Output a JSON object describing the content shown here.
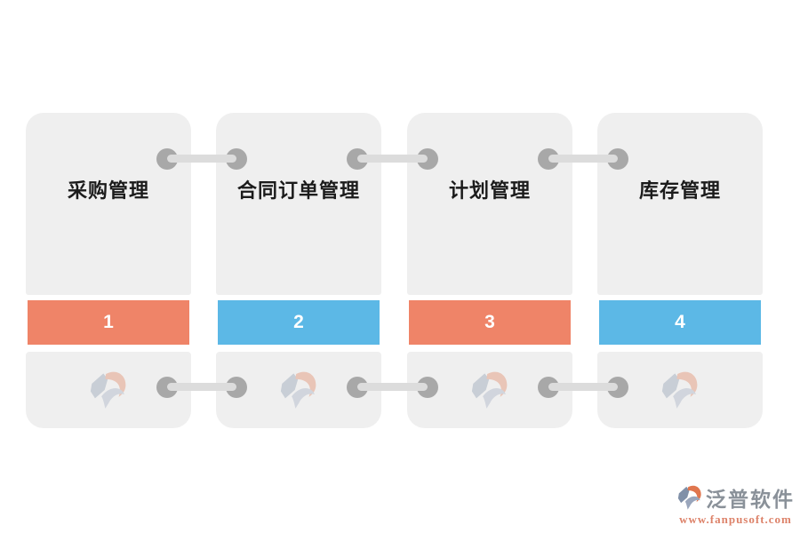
{
  "diagram": {
    "cards": [
      {
        "title": "采购管理",
        "step": "1",
        "bar_color": "#ef8468"
      },
      {
        "title": "合同订单管理",
        "step": "2",
        "bar_color": "#5cb8e6"
      },
      {
        "title": "计划管理",
        "step": "3",
        "bar_color": "#ef8468"
      },
      {
        "title": "库存管理",
        "step": "4",
        "bar_color": "#5cb8e6"
      }
    ],
    "colors": {
      "card_bg": "#efefef",
      "bar_orange": "#ef8468",
      "bar_blue": "#5cb8e6",
      "connector_dot": "#a8a8a8",
      "connector_line": "#dcdcdc",
      "title_text": "#1b1b1b",
      "step_text": "#ffffff"
    },
    "icons": {
      "watermark": "fanpu-logo-watermark-icon"
    }
  },
  "footer": {
    "brand": "泛普软件",
    "url": "www.fanpusoft.com",
    "brand_color": "#8a9199",
    "url_color": "#dd8269"
  }
}
